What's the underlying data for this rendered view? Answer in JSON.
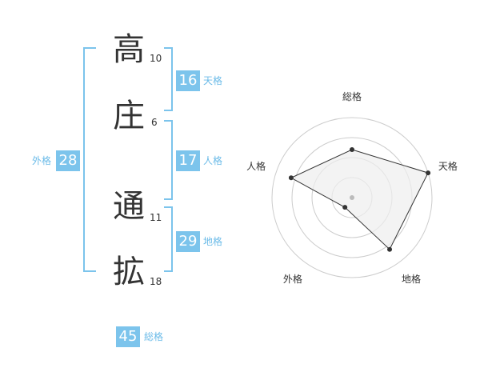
{
  "name": {
    "chars": [
      {
        "char": "高",
        "strokes": "10"
      },
      {
        "char": "庄",
        "strokes": "6"
      },
      {
        "char": "通",
        "strokes": "11"
      },
      {
        "char": "拡",
        "strokes": "18"
      }
    ]
  },
  "results": {
    "tenkaku": {
      "value": "16",
      "label": "天格"
    },
    "jinkaku": {
      "value": "17",
      "label": "人格"
    },
    "chikaku": {
      "value": "29",
      "label": "地格"
    },
    "gaikaku": {
      "value": "28",
      "label": "外格"
    },
    "soukaku": {
      "value": "45",
      "label": "総格"
    }
  },
  "chart_data": {
    "type": "radar",
    "axes": [
      "総格",
      "天格",
      "地格",
      "外格",
      "人格"
    ],
    "values": [
      0.6,
      1.0,
      0.8,
      0.15,
      0.8
    ],
    "rings": 4,
    "colors": {
      "line": "#333333",
      "fill": "#eeeeee",
      "point": "#333333",
      "ring": "#cccccc"
    }
  }
}
